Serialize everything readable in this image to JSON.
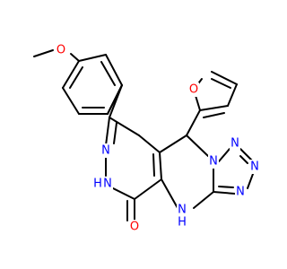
{
  "colors": {
    "carbon_bond": "#000000",
    "nitrogen": "#0000ff",
    "oxygen": "#ff0000",
    "background": "#ffffff"
  },
  "atom_labels": {
    "methoxy_o": "O",
    "furan_o": "O",
    "pyridazine_n1": "N",
    "pyridazine_nh": "N",
    "pyridazine_nh_h": "H",
    "carbonyl_o": "O",
    "pyrimidine_nh": "N",
    "pyrimidine_nh_h": "H",
    "tetrazole_n1": "N",
    "tetrazole_n2": "N",
    "tetrazole_n3": "N",
    "tetrazole_n4": "N"
  }
}
